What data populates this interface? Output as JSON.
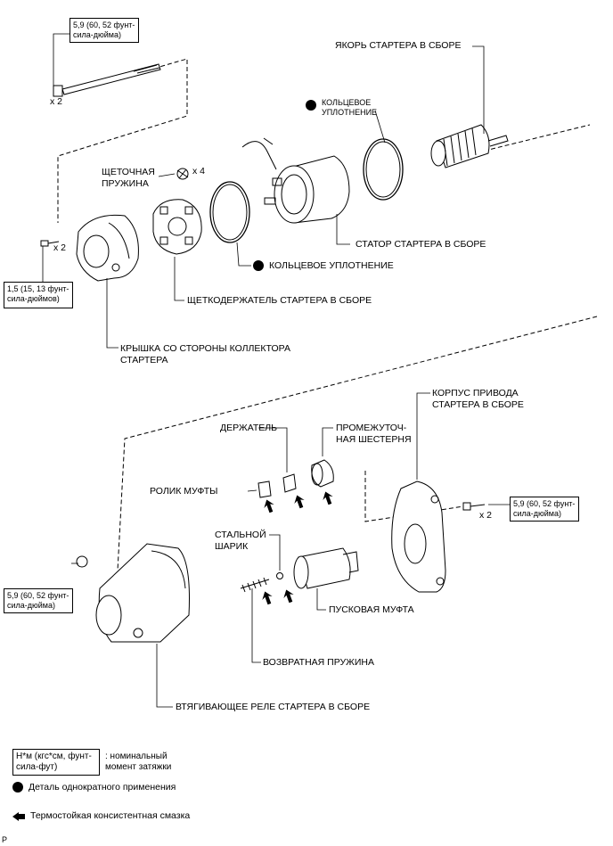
{
  "callouts": {
    "armature": "ЯКОРЬ СТАРТЕРА В СБОРЕ",
    "o_ring_top": "КОЛЬЦЕВОЕ\nУПЛОТНЕНИЕ",
    "brush_spring": "ЩЕТОЧНАЯ\nПРУЖИНА",
    "yoke": "СТАТОР СТАРТЕРА В СБОРЕ",
    "o_ring_mid": "КОЛЬЦЕВОЕ УПЛОТНЕНИЕ",
    "brush_holder": "ЩЕТКОДЕРЖАТЕЛЬ СТАРТЕРА В СБОРЕ",
    "end_frame": "КРЫШКА СО СТОРОНЫ КОЛЛЕКТОРА\nСТАРТЕРА",
    "housing": "КОРПУС ПРИВОДА\nСТАРТЕРА В СБОРЕ",
    "retainer": "ДЕРЖАТЕЛЬ",
    "idle_gear": "ПРОМЕЖУТОЧ-\nНАЯ ШЕСТЕРНЯ",
    "clutch_roller": "РОЛИК МУФТЫ",
    "steel_ball": "СТАЛЬНОЙ\nШАРИК",
    "clutch": "ПУСКОВАЯ МУФТА",
    "return_spring": "ВОЗВРАТНАЯ ПРУЖИНА",
    "solenoid": "ВТЯГИВАЮЩЕЕ РЕЛЕ СТАРТЕРА В СБОРЕ"
  },
  "torque_boxes": {
    "through_bolt": "5,9 (60, 52 фунт-\nсила-дюйма)",
    "end_frame_screw": "1,5 (15, 13 фунт-\nсила-дюймов)",
    "housing_bolt": "5,9 (60, 52 фунт-\nсила-дюйма)",
    "solenoid_nut": "5,9 (60, 52 фунт-\nсила-дюйма)"
  },
  "quantities": {
    "through_bolt": "x 2",
    "brush_spring": "x 4",
    "end_frame_screw": "x 2",
    "housing_bolt": "x 2"
  },
  "legend": {
    "torque_unit": "Н*м (кгс*см, фунт-\nсила-фут)",
    "torque_desc": ": номинальный\nмомент затяжки",
    "non_reusable": "Деталь однократного применения",
    "grease": "Термостойкая консистентная смазка"
  },
  "corner_mark": "P"
}
